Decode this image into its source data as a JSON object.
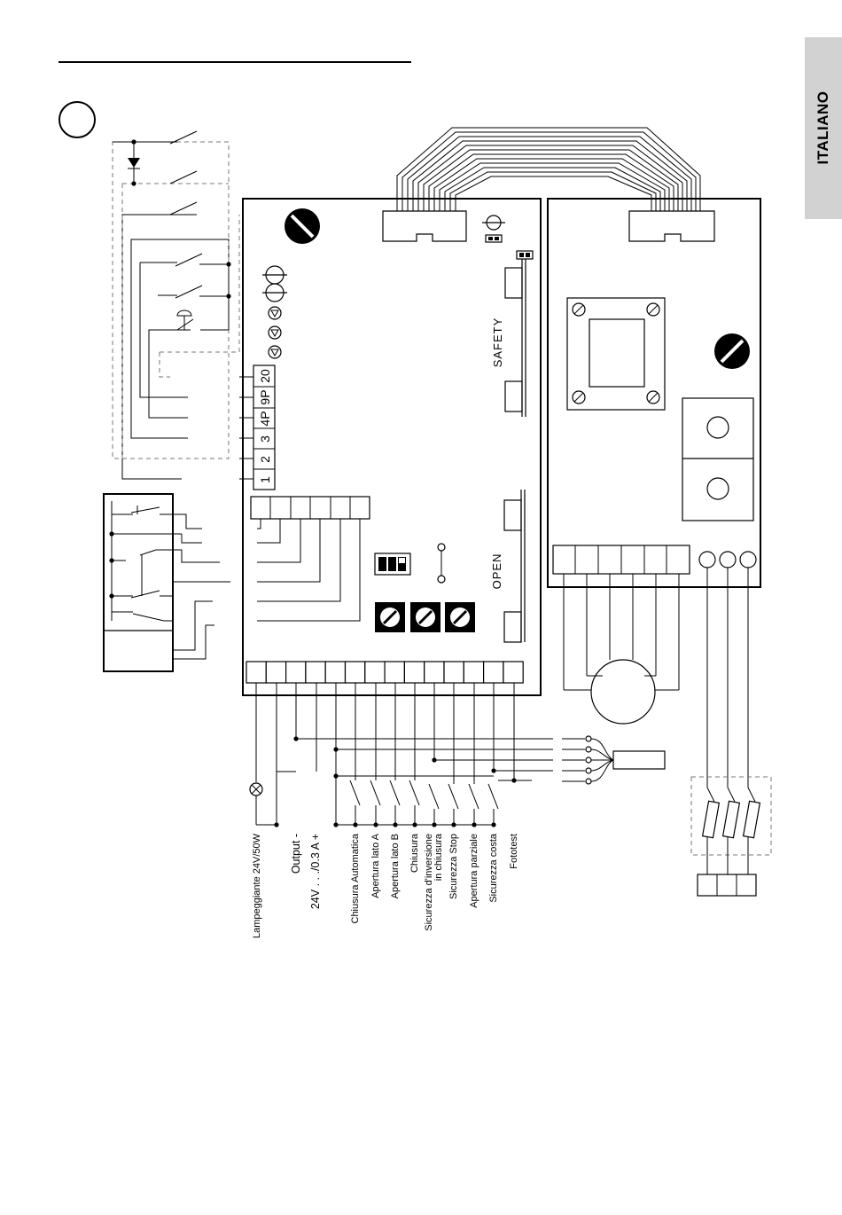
{
  "language_tab": "ITALIANO",
  "labels": {
    "safety": "SAFETY",
    "open": "OPEN"
  },
  "pin_labels": [
    "1",
    "2",
    "3",
    "4P",
    "9P",
    "20"
  ],
  "terminal_labels": [
    "Lampeggiante 24V/50W",
    "Output -",
    "24V . . ./0.3 A +",
    "Chiusura Automatica",
    "Apertura lato A",
    "Apertura lato B",
    "Chiusura",
    "Sicurezza d'inversione",
    "in chiusura",
    "Sicurezza Stop",
    "Apertura parziale",
    "Sicurezza costa",
    "Fototest"
  ],
  "colors": {
    "line": "#000000",
    "tab": "#d2d2d2",
    "dashed": "#777777"
  }
}
